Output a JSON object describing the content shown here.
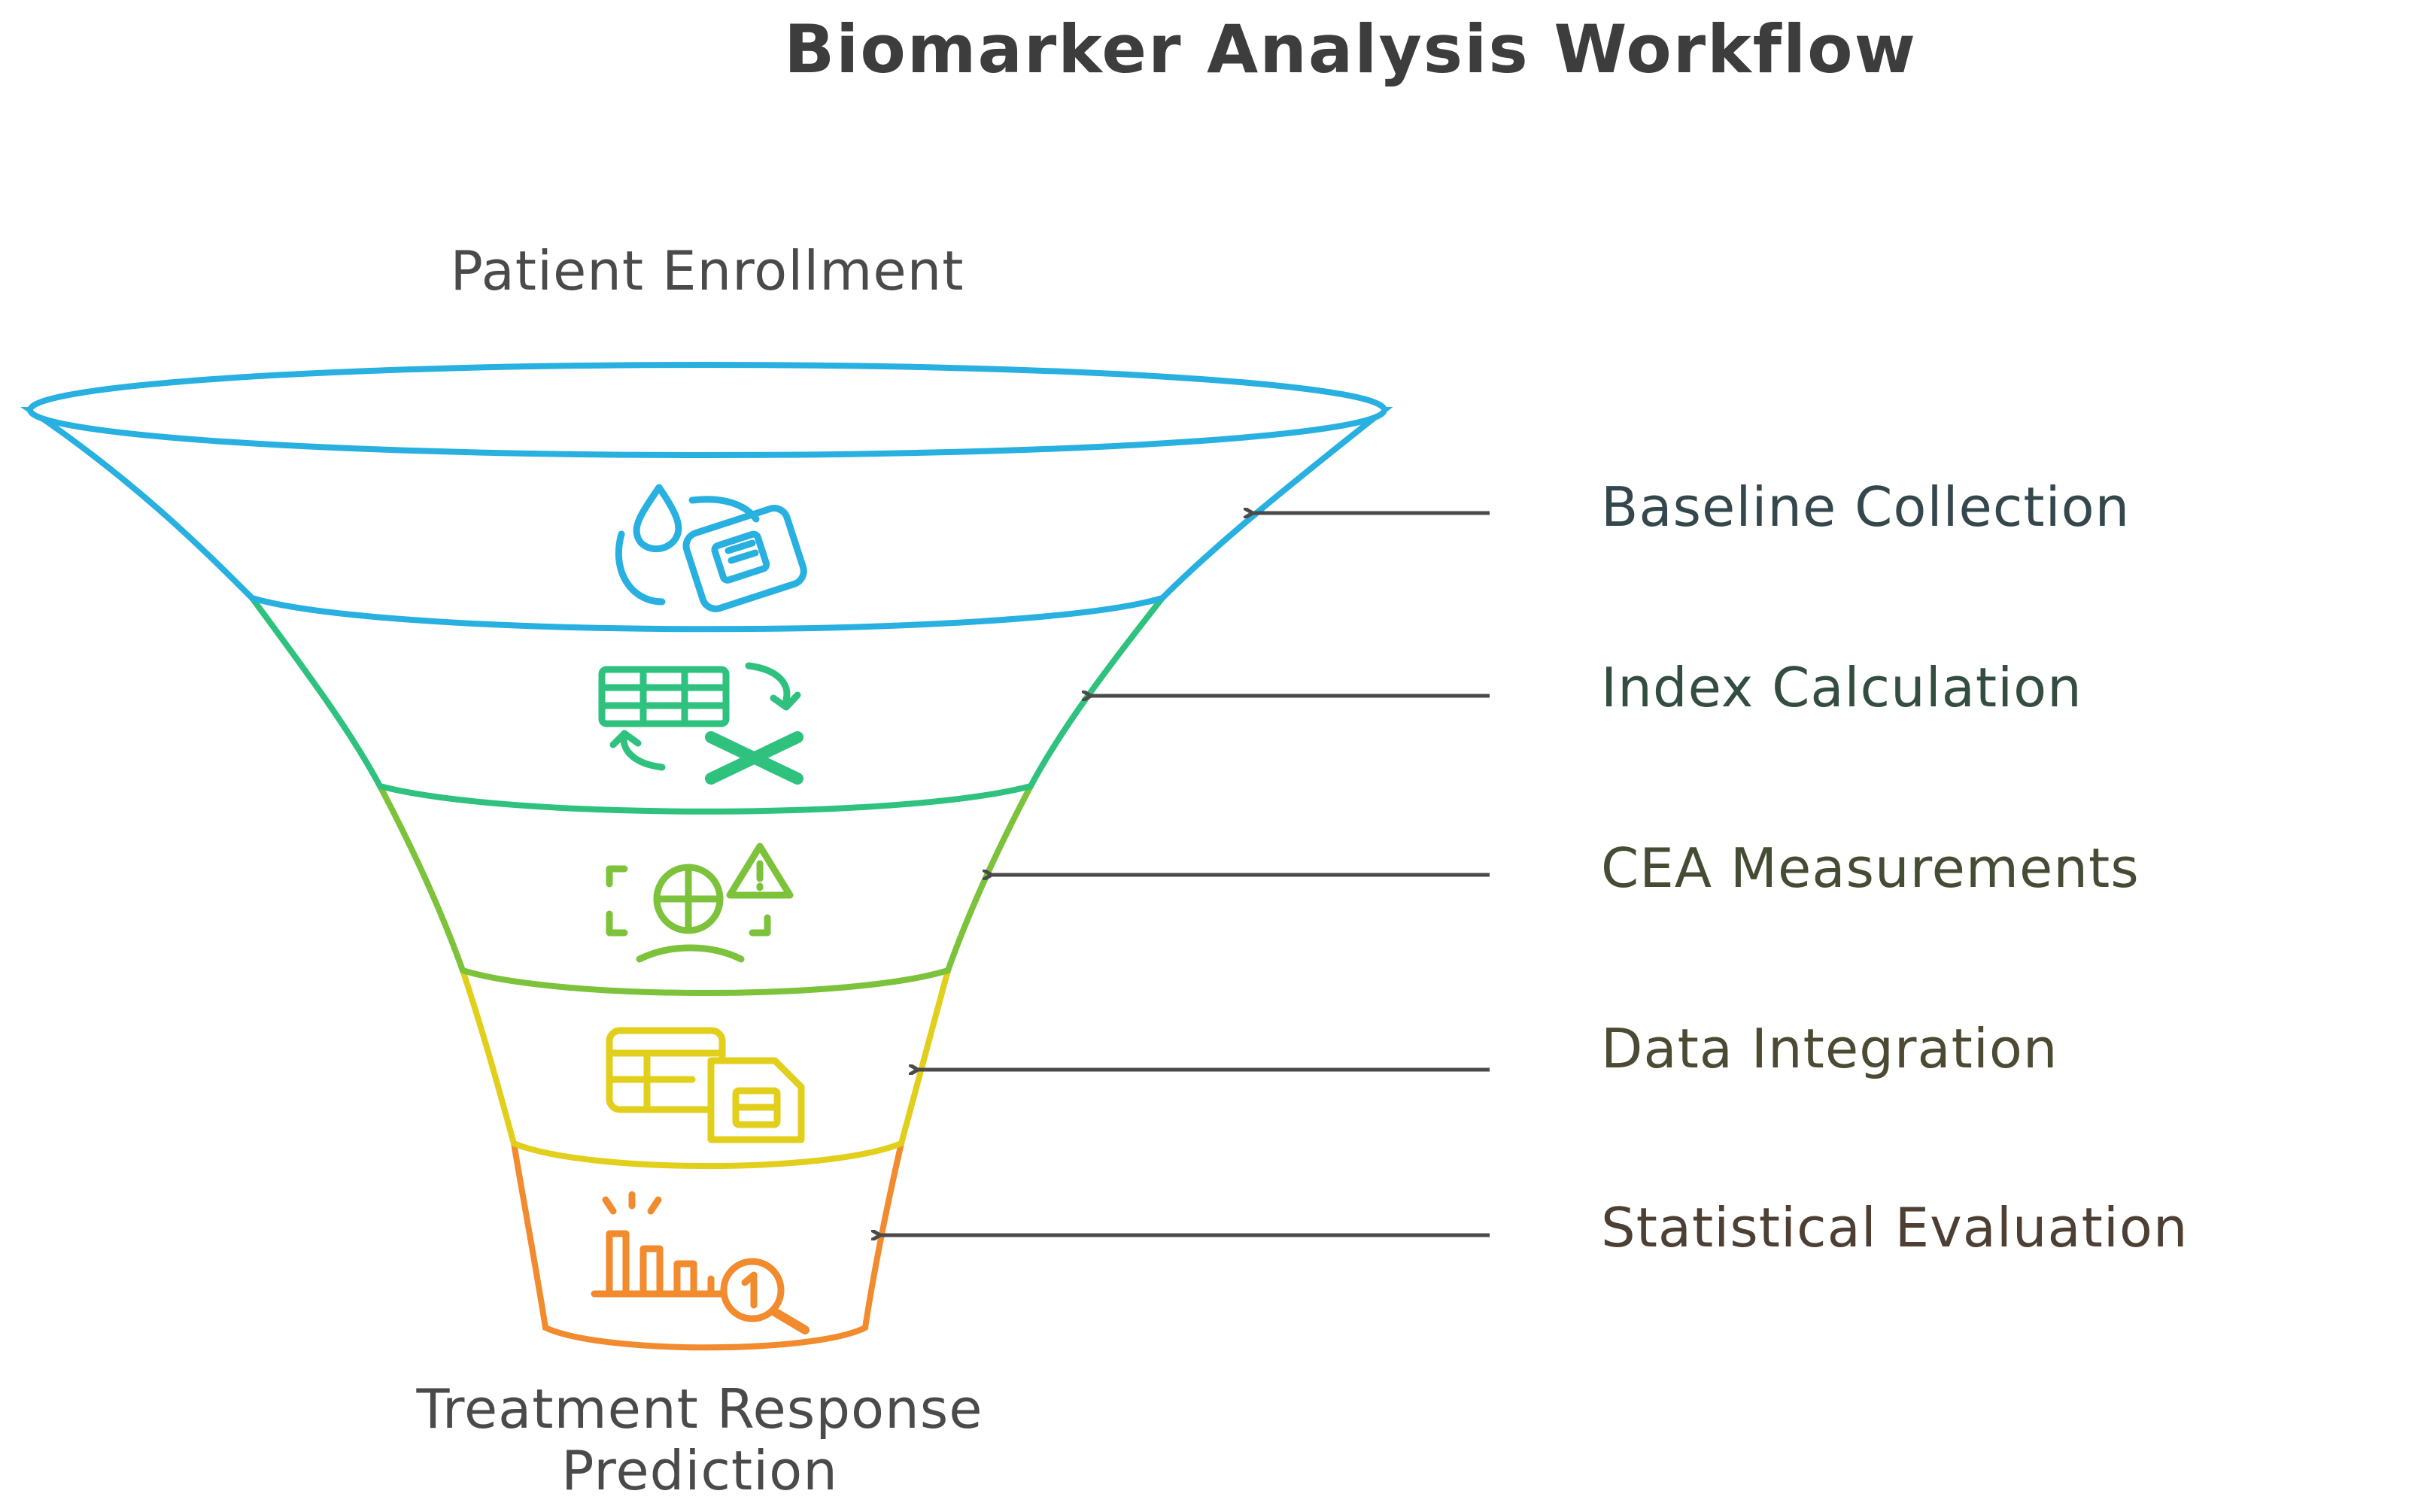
{
  "title": "Biomarker Analysis Workflow",
  "top_label": "Patient Enrollment",
  "bottom_label": [
    "Treatment Response",
    "Prediction"
  ],
  "stages": [
    {
      "label": "Baseline Collection",
      "icon": "blood-sample-device-icon",
      "color": "#27b0e0",
      "text_color": "#33474d"
    },
    {
      "label": "Index Calculation",
      "icon": "spreadsheet-calculation-icon",
      "color": "#2ec27e",
      "text_color": "#334d40"
    },
    {
      "label": "CEA Measurements",
      "icon": "measurement-alert-icon",
      "color": "#7cc23a",
      "text_color": "#444d33"
    },
    {
      "label": "Data Integration",
      "icon": "data-tables-icon",
      "color": "#e2cf1b",
      "text_color": "#4d4a33"
    },
    {
      "label": "Statistical Evaluation",
      "icon": "bar-chart-search-icon",
      "color": "#f28a2e",
      "text_color": "#4d3f33"
    }
  ]
}
